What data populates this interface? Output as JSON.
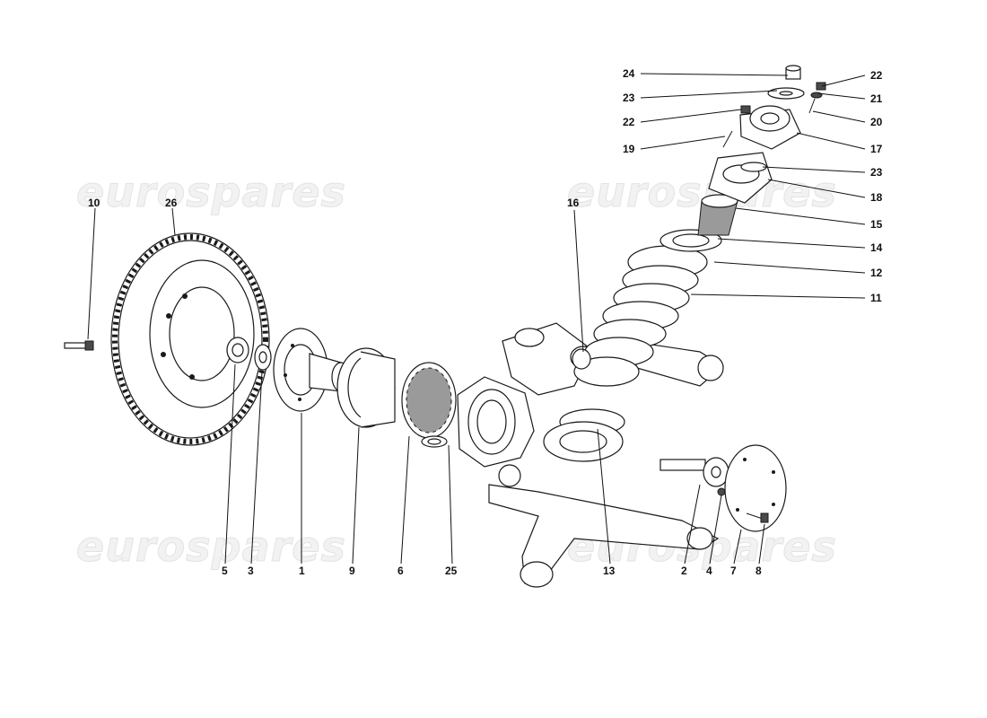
{
  "watermark": {
    "text": "eurospares",
    "color": "#e3e3e3"
  },
  "callouts": [
    {
      "id": "24",
      "label": "24"
    },
    {
      "id": "23a",
      "label": "23"
    },
    {
      "id": "22a",
      "label": "22"
    },
    {
      "id": "19",
      "label": "19"
    },
    {
      "id": "22b",
      "label": "22"
    },
    {
      "id": "21",
      "label": "21"
    },
    {
      "id": "20",
      "label": "20"
    },
    {
      "id": "17",
      "label": "17"
    },
    {
      "id": "23b",
      "label": "23"
    },
    {
      "id": "18",
      "label": "18"
    },
    {
      "id": "15",
      "label": "15"
    },
    {
      "id": "14",
      "label": "14"
    },
    {
      "id": "12",
      "label": "12"
    },
    {
      "id": "11",
      "label": "11"
    },
    {
      "id": "16",
      "label": "16"
    },
    {
      "id": "10",
      "label": "10"
    },
    {
      "id": "26",
      "label": "26"
    },
    {
      "id": "5",
      "label": "5"
    },
    {
      "id": "3",
      "label": "3"
    },
    {
      "id": "1",
      "label": "1"
    },
    {
      "id": "9",
      "label": "9"
    },
    {
      "id": "6",
      "label": "6"
    },
    {
      "id": "25",
      "label": "25"
    },
    {
      "id": "13",
      "label": "13"
    },
    {
      "id": "2",
      "label": "2"
    },
    {
      "id": "4",
      "label": "4"
    },
    {
      "id": "7",
      "label": "7"
    },
    {
      "id": "8",
      "label": "8"
    }
  ]
}
